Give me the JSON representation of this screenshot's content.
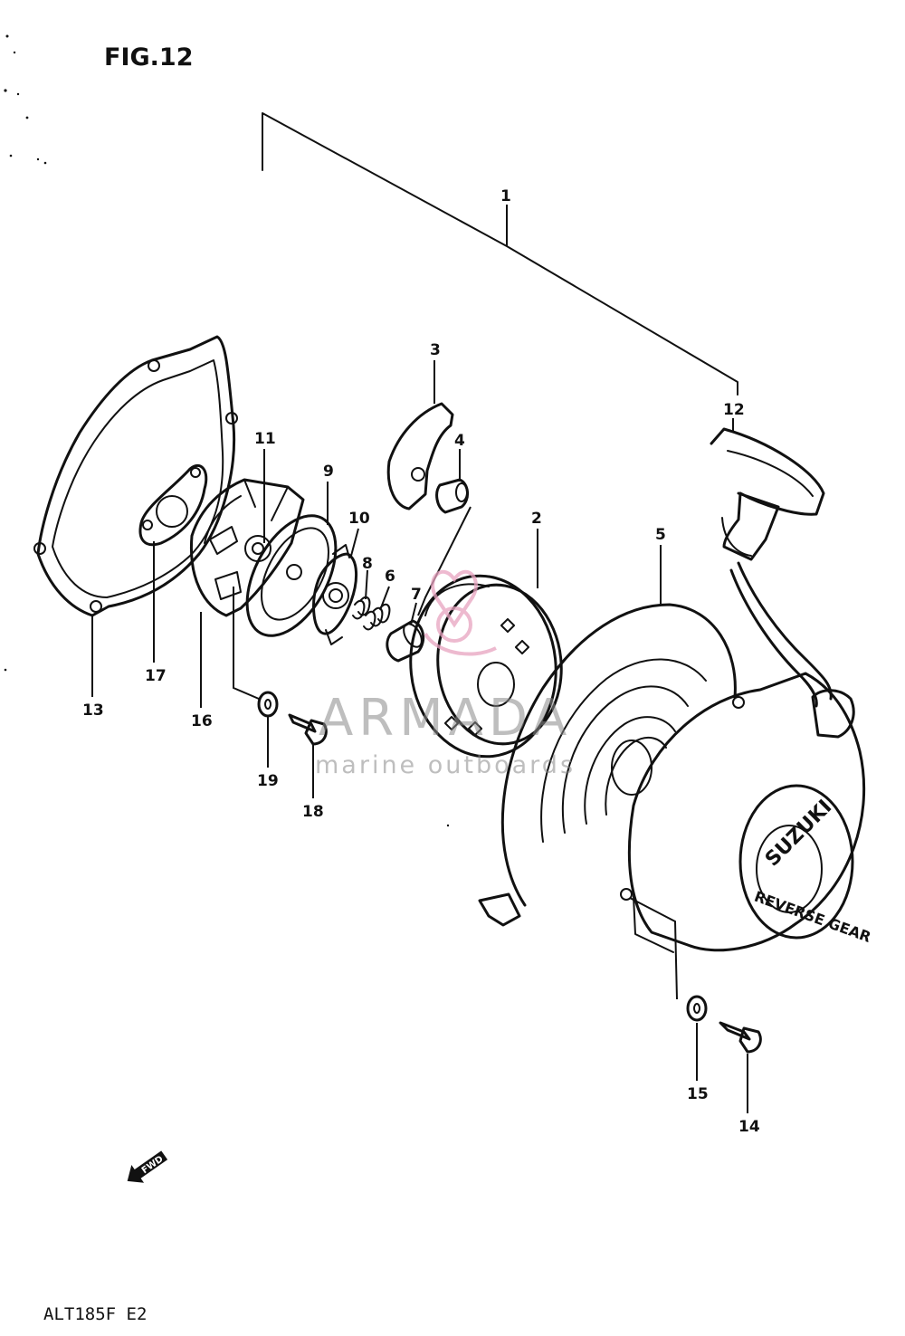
{
  "figure": {
    "title": "FIG.12",
    "footer": "ALT185F E2"
  },
  "watermark": {
    "name": "ARMADA",
    "tagline": "marine outboards",
    "color": "#e8a3c0"
  },
  "parts": {
    "callouts": [
      "1",
      "2",
      "3",
      "4",
      "5",
      "6",
      "7",
      "8",
      "9",
      "10",
      "11",
      "12",
      "13",
      "14",
      "15",
      "16",
      "17",
      "18",
      "19"
    ]
  },
  "cover_lettering": {
    "brand": "SUZUKI",
    "marking": "REVERSE GEAR"
  },
  "direction_marker": {
    "label": "FWD",
    "icon": "forward-arrow-icon"
  }
}
